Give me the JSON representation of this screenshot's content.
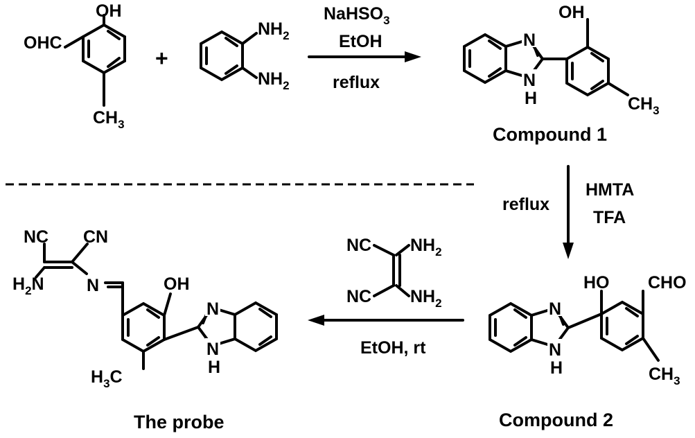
{
  "reactants": {
    "aldehyde": {
      "oh": "OH",
      "cho": "OHC",
      "ch3": "CH",
      "ch3_sub": "3"
    },
    "plus": "+",
    "diamine": {
      "nh2_top": "NH",
      "nh2_bottom": "NH",
      "sub": "2"
    }
  },
  "step1": {
    "reagent_line1": "NaHSO",
    "reagent_line1_sub": "3",
    "reagent_line2": "EtOH",
    "condition": "reflux"
  },
  "compound1": {
    "title": "Compound 1",
    "n_label": "N",
    "nh_label": "N",
    "h_label": "H",
    "oh": "OH",
    "ch3": "CH",
    "ch3_sub": "3"
  },
  "step2": {
    "condition": "reflux",
    "reagent_line1": "HMTA",
    "reagent_line2": "TFA"
  },
  "compound2": {
    "title": "Compound 2",
    "n_label": "N",
    "nh_label": "N",
    "h_label": "H",
    "oh": "HO",
    "cho": "CHO",
    "ch3": "CH",
    "ch3_sub": "3"
  },
  "step3": {
    "reagent": {
      "cn1": "NC",
      "cn2": "NC",
      "nh2_1": "NH",
      "nh2_2": "NH",
      "sub": "2"
    },
    "condition": "EtOH, rt"
  },
  "probe": {
    "title": "The probe",
    "cn1": "NC",
    "cn2": "CN",
    "nh2": "H",
    "nh2_sub": "2",
    "nh2_n": "N",
    "imine_n": "N",
    "oh": "OH",
    "n_label": "N",
    "nh_label": "N",
    "h_label": "H",
    "ch3_h": "H",
    "ch3_sub": "3",
    "ch3_c": "C"
  }
}
